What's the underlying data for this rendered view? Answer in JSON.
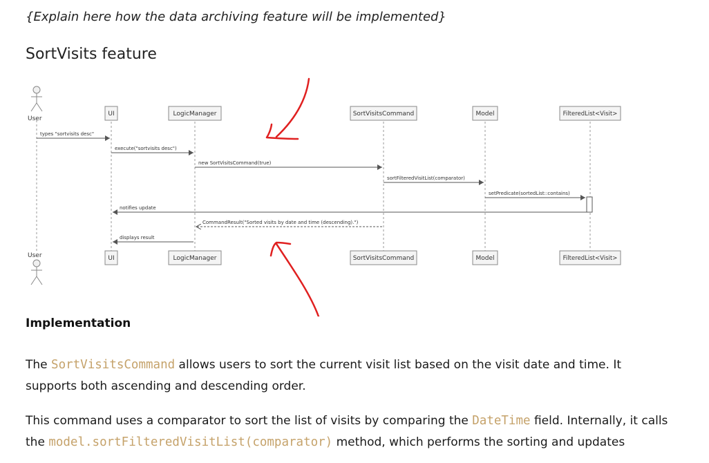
{
  "placeholder_text": "{Explain here how the data archiving feature will be implemented}",
  "section_title": "SortVisits feature",
  "diagram": {
    "participants": [
      "UI",
      "LogicManager",
      "SortVisitsCommand",
      "Model",
      "FilteredList<Visit>"
    ],
    "actor": "User",
    "messages": [
      "types \"sortvisits desc\"",
      "execute(\"sortvisits desc\")",
      "new SortVisitsCommand(true)",
      "sortFilteredVisitList(comparator)",
      "setPredicate(sortedList::contains)",
      "notifies update",
      "CommandResult(\"Sorted visits by date and time (descending).\")",
      "displays result"
    ]
  },
  "implementation_heading": "Implementation",
  "para1": {
    "t1": "The ",
    "code1": "SortVisitsCommand",
    "t2": " allows users to sort the current visit list based on the visit date and time. It",
    "t3": "supports both ascending and descending order."
  },
  "para2": {
    "t1": "This command uses a comparator to sort the list of visits by comparing the ",
    "code1": "DateTime",
    "t2": " field. Internally, it calls",
    "t3": "the ",
    "code2": "model.sortFilteredVisitList(comparator)",
    "t4": " method, which performs the sorting and updates"
  },
  "colors": {
    "code": "#c5a26a",
    "annotation": "#e02020"
  }
}
